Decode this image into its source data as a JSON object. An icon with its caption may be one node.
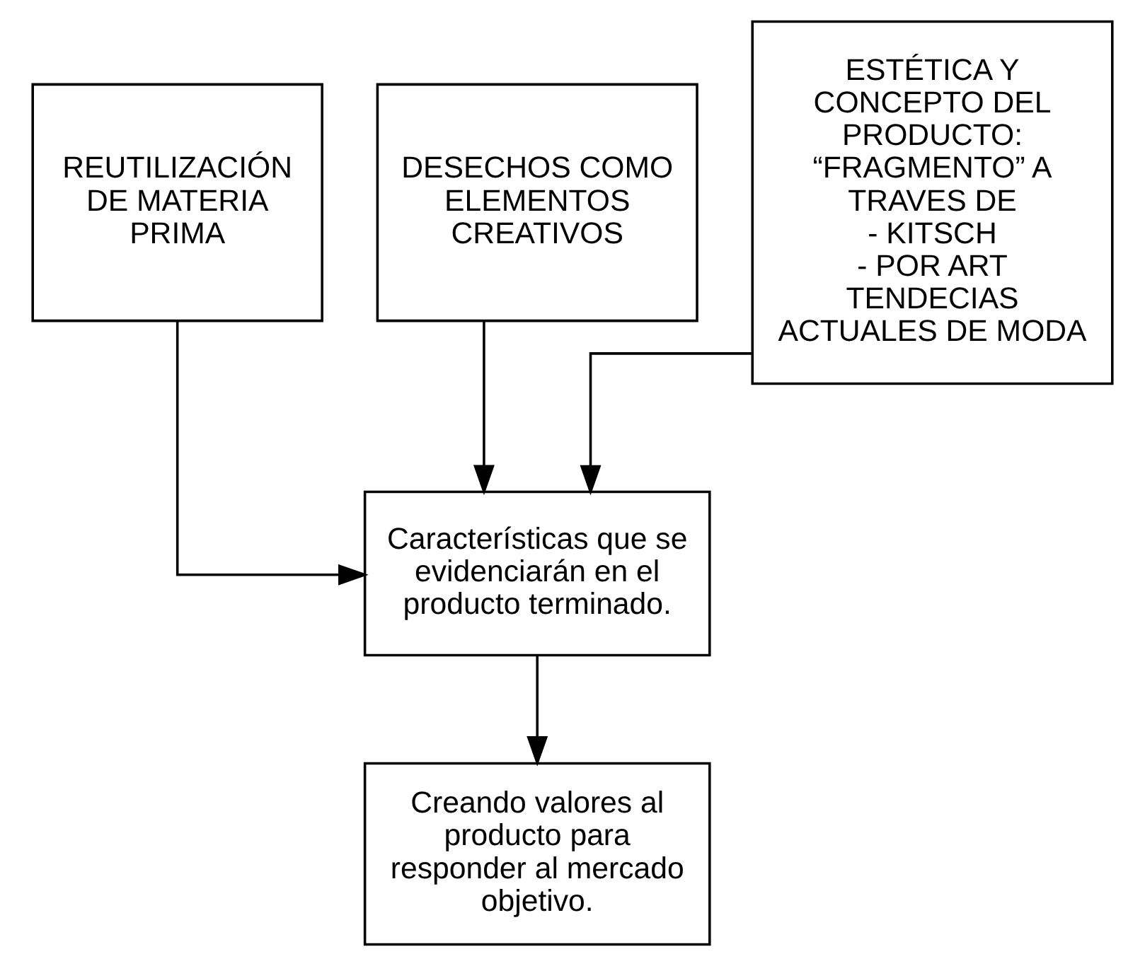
{
  "diagram": {
    "nodes": [
      {
        "text": [
          "REUTILIZACIÓN DE MATERIA PRIMA"
        ]
      },
      {
        "text": [
          "DESECHOS COMO ELEMENTOS CREATIVOS"
        ]
      },
      {
        "text": [
          "ESTÉTICA Y CONCEPTO DEL PRODUCTO: “FRAGMENTO” A TRAVES DE",
          "- KITSCH",
          "- POR ART",
          "TENDECIAS ACTUALES DE MODA"
        ]
      },
      {
        "text": [
          "Características que se evidenciarán en el producto terminado."
        ]
      },
      {
        "text": [
          "Creando valores al producto para responder al mercado objetivo."
        ]
      }
    ],
    "edges": [
      {
        "from": 0,
        "to": 3,
        "arrow": "to"
      },
      {
        "from": 1,
        "to": 3,
        "arrow": "to"
      },
      {
        "from": 2,
        "to": 3,
        "arrow": "to"
      },
      {
        "from": 3,
        "to": 4,
        "arrow": "to"
      }
    ]
  }
}
